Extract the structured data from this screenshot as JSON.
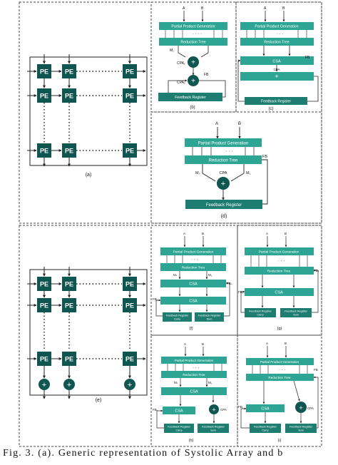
{
  "colors": {
    "dark_box": "#0f5650",
    "light_box": "#2ea594",
    "fb_box": "#1d7d70",
    "pe": "#0f5650",
    "wire": "#222222",
    "dash": "#444444",
    "box_text": "#ffffff"
  },
  "labels": {
    "A": "A",
    "B": "B",
    "M1": "M₁",
    "Ms": "Mₛ",
    "Mc": "M꜀",
    "FB": "FB",
    "FBc": "FB꜀",
    "FBs": "FBₛ",
    "CPA": "CPA",
    "CPA1": "CPA₁",
    "CPA2": "CPA₂",
    "CSA": "CSA",
    "PE": "PE",
    "plus": "+"
  },
  "blocks": {
    "ppg": "Partial Product Generation",
    "tree": "Reduction Tree",
    "feedback": "Feedback Register",
    "fb_carry": "Feedback Register Carry",
    "fb_sum": "Feedback Register Sum",
    "fb_carry_line1": "Feedback Register",
    "fb_carry_line2": "Carry",
    "fb_sum_line2": "Sum"
  },
  "subfigures": {
    "a": "(a)",
    "b": "(b)",
    "c": "(c)",
    "d": "(d)",
    "e": "(e)",
    "f": "(f)",
    "g": "(g)",
    "h": "(h)",
    "i": "(i)"
  },
  "caption": "Fig. 3. (a). Generic representation of Systolic Array and b"
}
